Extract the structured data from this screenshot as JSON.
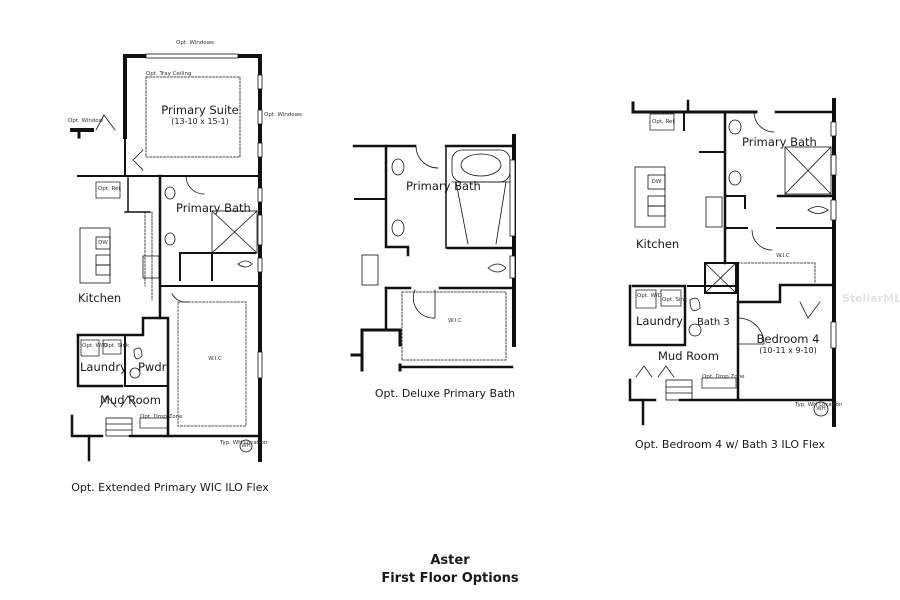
{
  "title": {
    "line1": "Aster",
    "line2": "First Floor Options"
  },
  "watermark": "StellarMLS",
  "plans": [
    {
      "caption": "Opt. Extended Primary WIC ILO Flex",
      "rooms": {
        "primary_suite": "Primary Suite",
        "primary_suite_dims": "(13-10 x 15-1)",
        "primary_bath": "Primary Bath",
        "kitchen": "Kitchen",
        "laundry": "Laundry",
        "pwdr": "Pwdr",
        "mud_room": "Mud Room",
        "wic": "W.I.C"
      },
      "notes": {
        "opt_windows_top": "Opt. Windows",
        "opt_tray_ceiling": "Opt. Tray Ceiling",
        "opt_window_left": "Opt. Window",
        "opt_windows_right": "Opt. Windows",
        "opt_ref": "Opt. Ref.",
        "dw": "DW",
        "opt_wd": "Opt. W/D",
        "opt_sink": "Opt. Sink",
        "opt_drop_zone": "Opt. Drop Zone",
        "typ_wh": "Typ. WH Location",
        "wh": "WH"
      }
    },
    {
      "caption": "Opt. Deluxe Primary Bath",
      "rooms": {
        "primary_bath": "Primary Bath",
        "wic": "W.I.C"
      }
    },
    {
      "caption": "Opt. Bedroom 4 w/ Bath 3 ILO Flex",
      "rooms": {
        "primary_bath": "Primary Bath",
        "kitchen": "Kitchen",
        "laundry": "Laundry",
        "bath3": "Bath 3",
        "mud_room": "Mud Room",
        "bedroom4": "Bedroom 4",
        "bedroom4_dims": "(10-11 x 9-10)",
        "wic": "W.I.C"
      },
      "notes": {
        "opt_ref": "Opt. Ref.",
        "dw": "DW",
        "opt_wd": "Opt. W/D",
        "opt_sink": "Opt. Sink",
        "opt_drop_zone": "Opt. Drop Zone",
        "typ_wh": "Typ. WH Location",
        "wh": "WH"
      }
    }
  ]
}
